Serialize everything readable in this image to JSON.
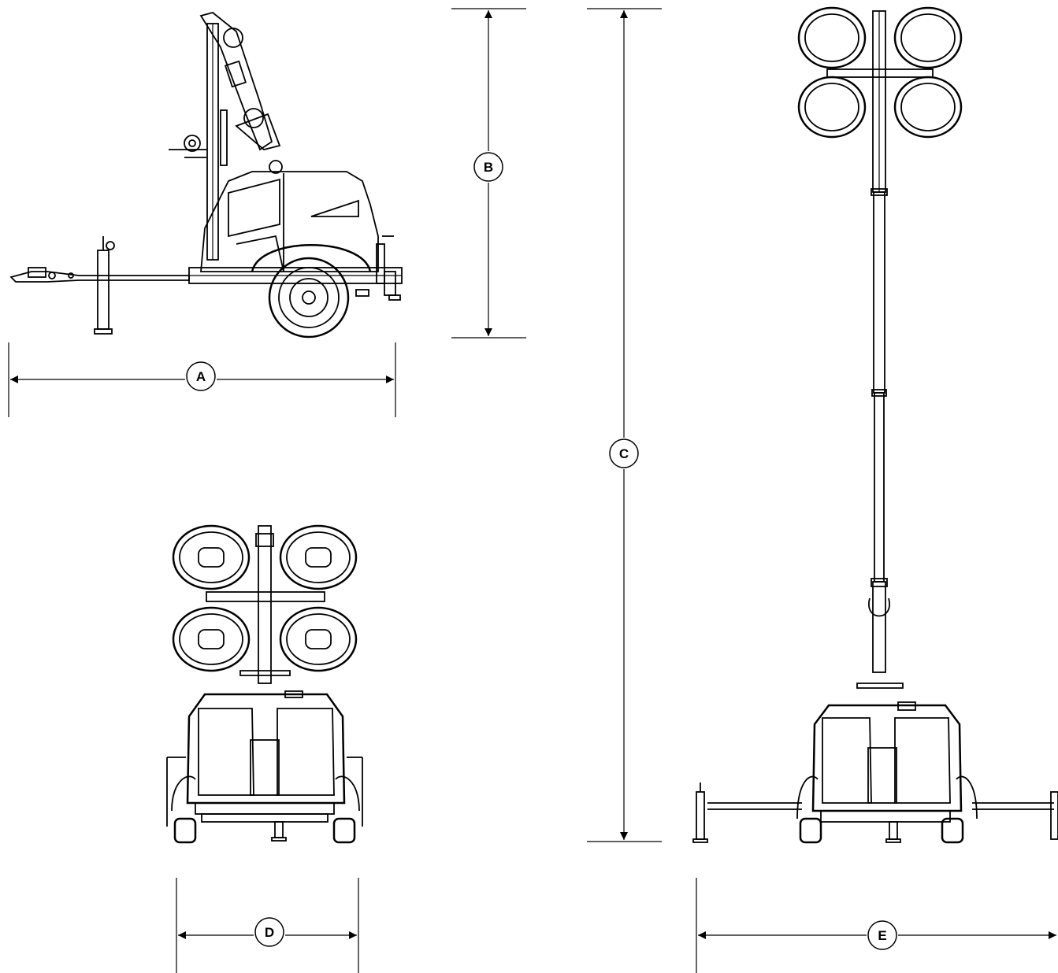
{
  "dimensions": {
    "a": {
      "label": "A"
    },
    "b": {
      "label": "B"
    },
    "c": {
      "label": "C"
    },
    "d": {
      "label": "D"
    },
    "e": {
      "label": "E"
    }
  },
  "colors": {
    "line": "#000000",
    "background": "#ffffff"
  },
  "views": {
    "side_view": "light-tower-side-view",
    "front_view_stowed": "light-tower-front-view-stowed",
    "front_view_extended": "light-tower-front-view-extended"
  }
}
